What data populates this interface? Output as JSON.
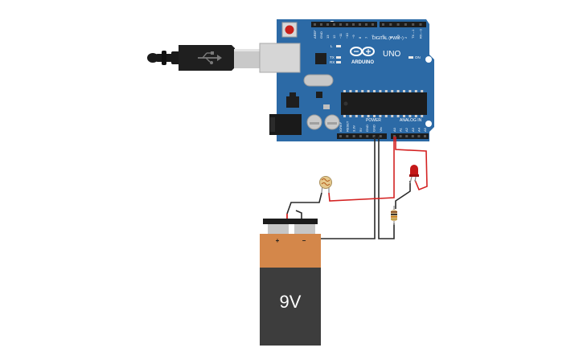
{
  "board": {
    "brand": "ARDUINO",
    "model": "UNO",
    "digital_header_label": "DIGITAL (PWM~)",
    "power_header_label": "POWER",
    "analog_header_label": "ANALOG IN",
    "on_led_label": "ON",
    "l_led_label": "L",
    "tx_label": "TX",
    "rx_label": "RX",
    "digital_pins": [
      "AREF",
      "GND",
      "13",
      "12",
      "~11",
      "~10",
      "~9",
      "8",
      "7",
      "~6",
      "~5",
      "4",
      "~3",
      "2",
      "TX→1",
      "RX←0"
    ],
    "power_pins": [
      "IOREF",
      "RESET",
      "3.3V",
      "5V",
      "GND",
      "GND",
      "Vin"
    ],
    "analog_pins": [
      "A0",
      "A1",
      "A2",
      "A3",
      "A4",
      "A5"
    ]
  },
  "battery": {
    "voltage_label": "9V",
    "plus_symbol": "+",
    "minus_symbol": "−"
  },
  "colors": {
    "board_blue": "#2c6aa6",
    "wire_red": "#d42222",
    "wire_black": "#2a2a2a",
    "battery_orange": "#d4874a",
    "battery_body": "#3d3d3d",
    "led_red": "#c41818"
  },
  "icons": {
    "usb_symbol": "usb-icon",
    "arduino_logo": "infinity-logo-icon"
  }
}
